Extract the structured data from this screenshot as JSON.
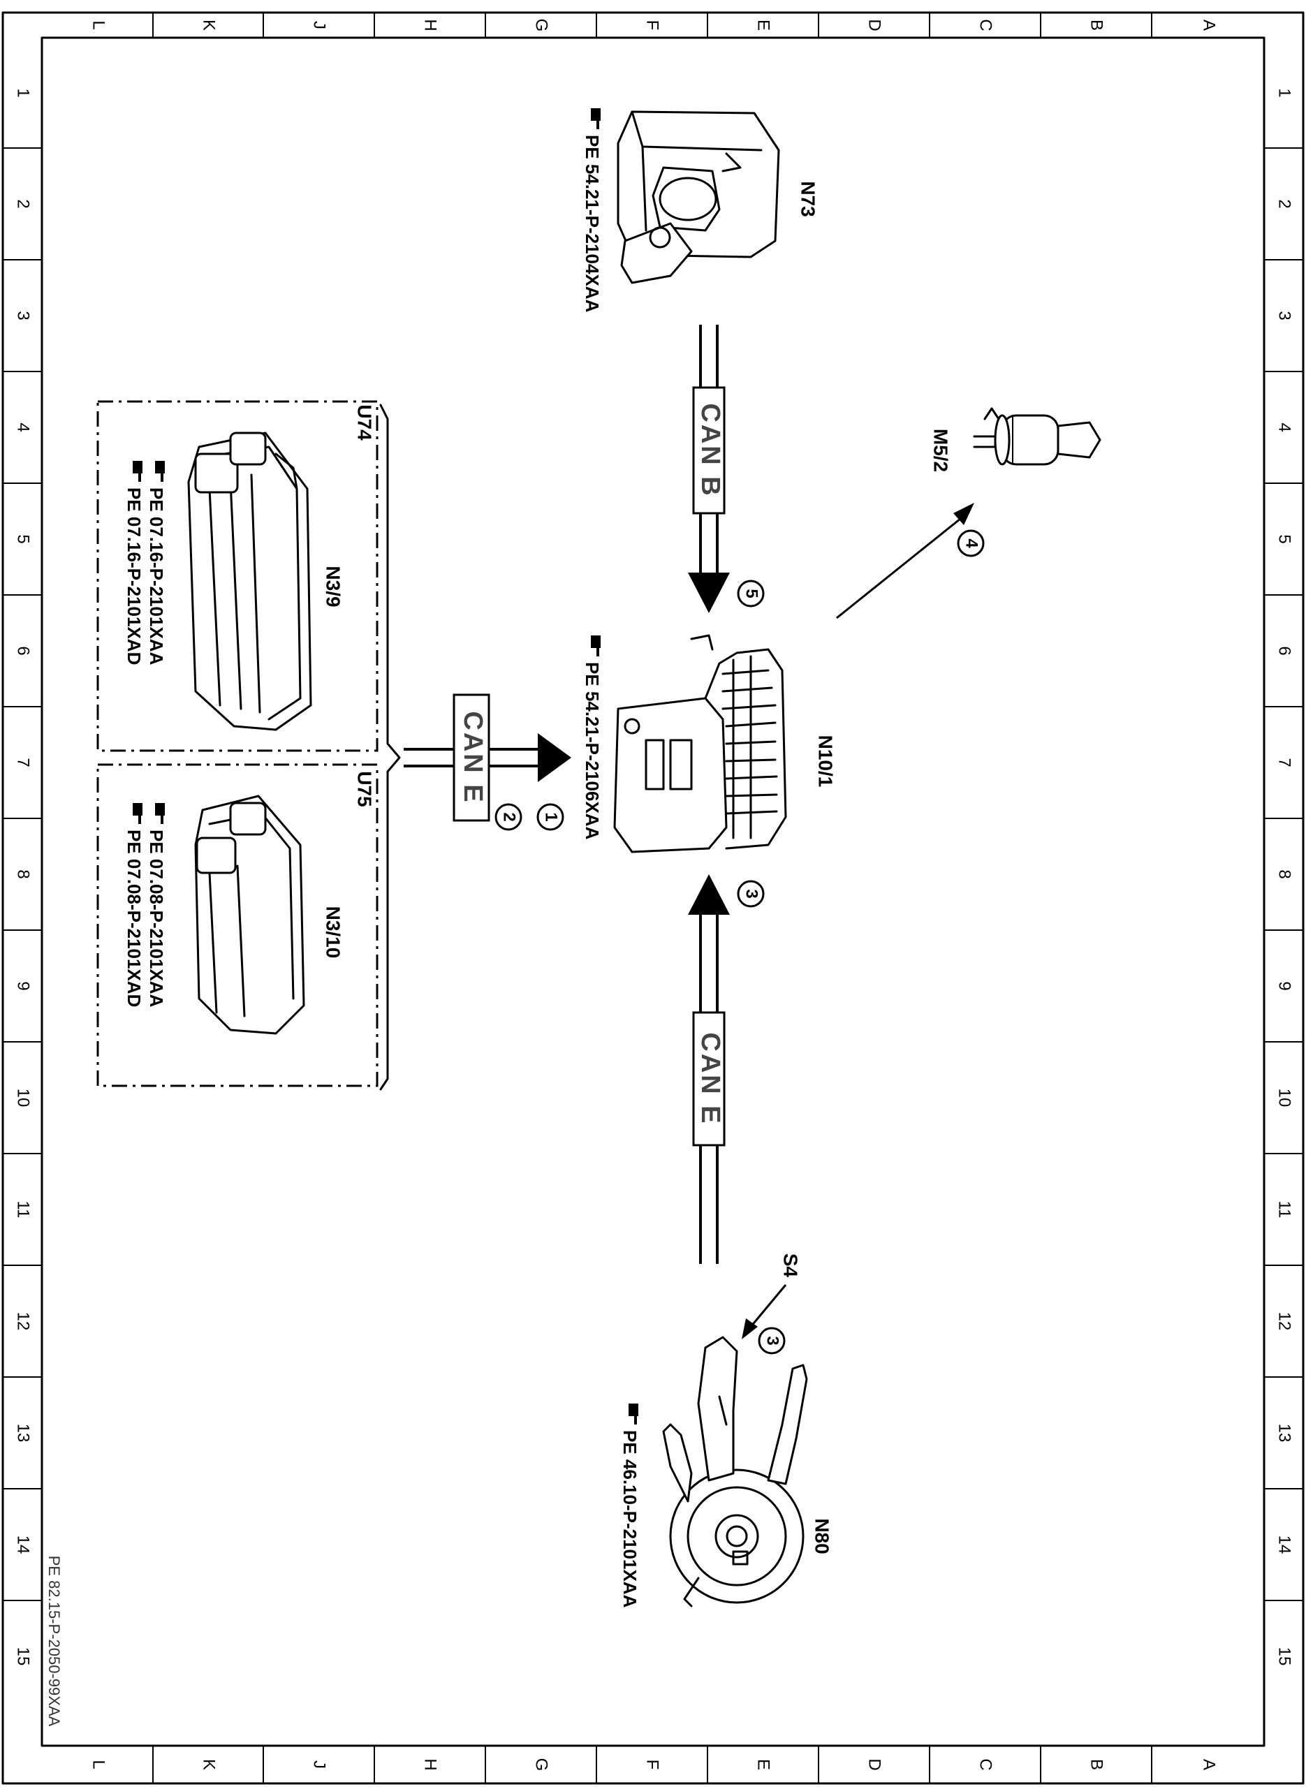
{
  "frame": {
    "col_labels": [
      "L",
      "K",
      "J",
      "H",
      "G",
      "F",
      "E",
      "D",
      "C",
      "B",
      "A"
    ],
    "row_labels": [
      "1",
      "2",
      "3",
      "4",
      "5",
      "6",
      "7",
      "8",
      "9",
      "10",
      "11",
      "12",
      "13",
      "14",
      "15"
    ]
  },
  "document_id": "PE 82.15-P-2050-99XAA",
  "components": {
    "n73": {
      "label": "N73",
      "ref": "PE 54.21-P-2104XAA"
    },
    "m5_2": {
      "label": "M5/2"
    },
    "n10_1": {
      "label": "N10/1",
      "ref": "PE 54.21-P-2106XAA"
    },
    "n80": {
      "label": "N80",
      "ref": "PE 46.10-P-2101XAA"
    },
    "s4": {
      "label": "S4"
    },
    "u74": {
      "label": "U74",
      "part": "N3/9",
      "ref1": "PE 07.16-P-2101XAA",
      "ref2": "PE 07.16-P-2101XAD"
    },
    "u75": {
      "label": "U75",
      "part": "N3/10",
      "ref1": "PE 07.08-P-2101XAA",
      "ref2": "PE 07.08-P-2101XAD"
    }
  },
  "buses": {
    "top": "CAN B",
    "left": "CAN E",
    "bottom": "CAN E"
  },
  "step_numbers": {
    "n5": "5",
    "n4": "4",
    "n1": "1",
    "n2": "2",
    "n3a": "3",
    "n3b": "3"
  },
  "icon_names": [
    "pointing-hand-icon"
  ]
}
